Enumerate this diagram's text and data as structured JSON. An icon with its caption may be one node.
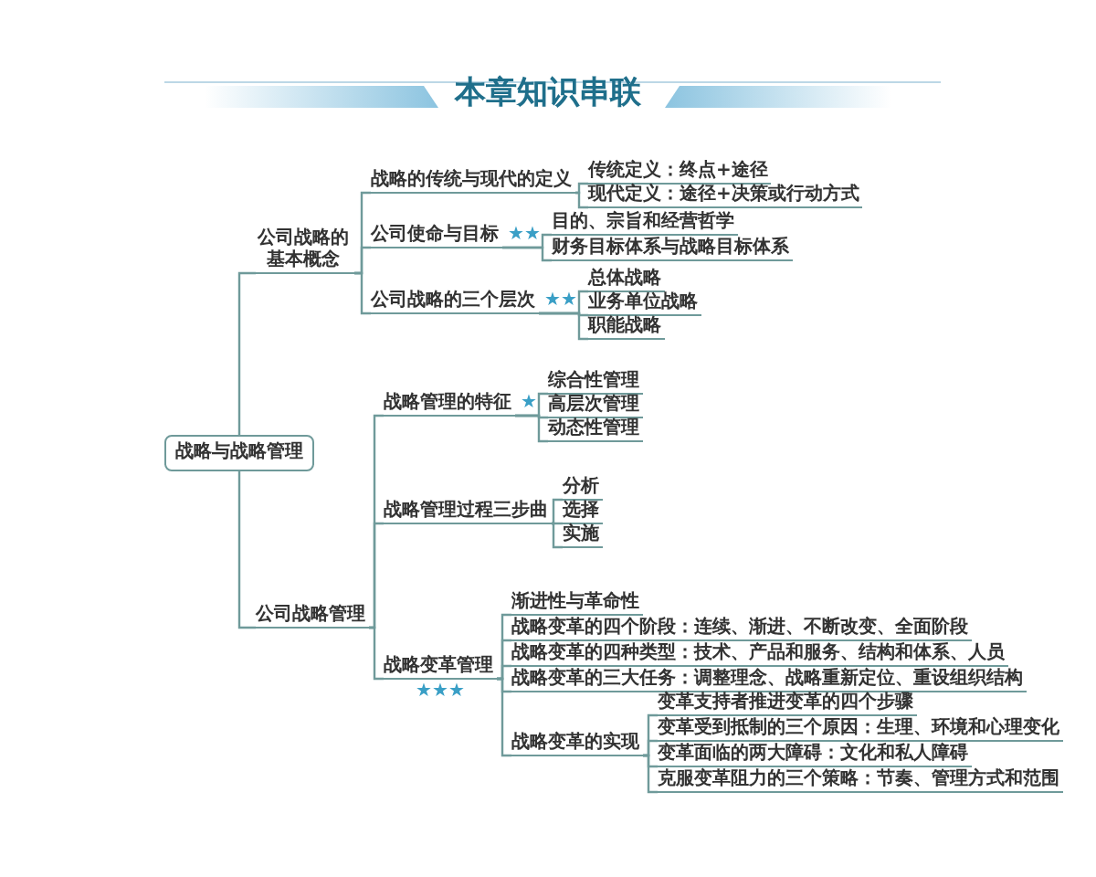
{
  "diagram": {
    "title": "本章知识串联",
    "nodes": [
      {
        "text": [
          "战略与战略管理"
        ]
      },
      {
        "text": [
          "公司战略的基本概念"
        ]
      },
      {
        "text": [
          "战略的传统与现代的定义"
        ]
      },
      {
        "text": [
          "传统定义：终点+途径"
        ]
      },
      {
        "text": [
          "现代定义：途径+决策或行动方式"
        ]
      },
      {
        "text": [
          "公司使命与目标"
        ],
        "beside": [
          "★★"
        ]
      },
      {
        "text": [
          "目的、宗旨和经营哲学"
        ]
      },
      {
        "text": [
          "财务目标体系与战略目标体系"
        ]
      },
      {
        "text": [
          "公司战略的三个层次"
        ],
        "beside": [
          "★★"
        ]
      },
      {
        "text": [
          "总体战略"
        ]
      },
      {
        "text": [
          "业务单位战略"
        ]
      },
      {
        "text": [
          "职能战略"
        ]
      },
      {
        "text": [
          "公司战略管理"
        ]
      },
      {
        "text": [
          "战略管理的特征"
        ],
        "beside": [
          "★"
        ]
      },
      {
        "text": [
          "综合性管理"
        ]
      },
      {
        "text": [
          "高层次管理"
        ]
      },
      {
        "text": [
          "动态性管理"
        ]
      },
      {
        "text": [
          "战略管理过程三步曲"
        ]
      },
      {
        "text": [
          "分析"
        ]
      },
      {
        "text": [
          "选择"
        ]
      },
      {
        "text": [
          "实施"
        ]
      },
      {
        "text": [
          "战略变革管理"
        ],
        "beside": [
          "★★★"
        ]
      },
      {
        "text": [
          "渐进性与革命性"
        ]
      },
      {
        "text": [
          "战略变革的四个阶段：连续、渐进、不断改变、全面阶段"
        ]
      },
      {
        "text": [
          "战略变革的四种类型：技术、产品和服务、结构和体系、人员"
        ]
      },
      {
        "text": [
          "战略变革的三大任务：调整理念、战略重新定位、重设组织结构"
        ]
      },
      {
        "text": [
          "战略变革的实现"
        ]
      },
      {
        "text": [
          "变革支持者推进变革的四个步骤"
        ]
      },
      {
        "text": [
          "变革受到抵制的三个原因：生理、环境和心理变化"
        ]
      },
      {
        "text": [
          "变革面临的两大障碍：文化和私人障碍"
        ]
      },
      {
        "text": [
          "克服变革阻力的三个策略：节奏、管理方式和范围"
        ]
      }
    ],
    "edges": [
      {
        "from": 0,
        "to": 1,
        "arrow": "none"
      },
      {
        "from": 1,
        "to": 2,
        "arrow": "none"
      },
      {
        "from": 2,
        "to": 3,
        "arrow": "none"
      },
      {
        "from": 2,
        "to": 4,
        "arrow": "none"
      },
      {
        "from": 1,
        "to": 5,
        "arrow": "none"
      },
      {
        "from": 5,
        "to": 6,
        "arrow": "none"
      },
      {
        "from": 5,
        "to": 7,
        "arrow": "none"
      },
      {
        "from": 1,
        "to": 8,
        "arrow": "none"
      },
      {
        "from": 8,
        "to": 9,
        "arrow": "none"
      },
      {
        "from": 8,
        "to": 10,
        "arrow": "none"
      },
      {
        "from": 8,
        "to": 11,
        "arrow": "none"
      },
      {
        "from": 0,
        "to": 12,
        "arrow": "none"
      },
      {
        "from": 12,
        "to": 13,
        "arrow": "none"
      },
      {
        "from": 13,
        "to": 14,
        "arrow": "none"
      },
      {
        "from": 13,
        "to": 15,
        "arrow": "none"
      },
      {
        "from": 13,
        "to": 16,
        "arrow": "none"
      },
      {
        "from": 12,
        "to": 17,
        "arrow": "none"
      },
      {
        "from": 17,
        "to": 18,
        "arrow": "none"
      },
      {
        "from": 17,
        "to": 19,
        "arrow": "none"
      },
      {
        "from": 17,
        "to": 20,
        "arrow": "none"
      },
      {
        "from": 12,
        "to": 21,
        "arrow": "none"
      },
      {
        "from": 21,
        "to": 22,
        "arrow": "none"
      },
      {
        "from": 21,
        "to": 23,
        "arrow": "none"
      },
      {
        "from": 21,
        "to": 24,
        "arrow": "none"
      },
      {
        "from": 21,
        "to": 25,
        "arrow": "none"
      },
      {
        "from": 21,
        "to": 26,
        "arrow": "none"
      },
      {
        "from": 26,
        "to": 27,
        "arrow": "none"
      },
      {
        "from": 26,
        "to": 28,
        "arrow": "none"
      },
      {
        "from": 26,
        "to": 29,
        "arrow": "none"
      },
      {
        "from": 26,
        "to": 30,
        "arrow": "none"
      }
    ]
  }
}
